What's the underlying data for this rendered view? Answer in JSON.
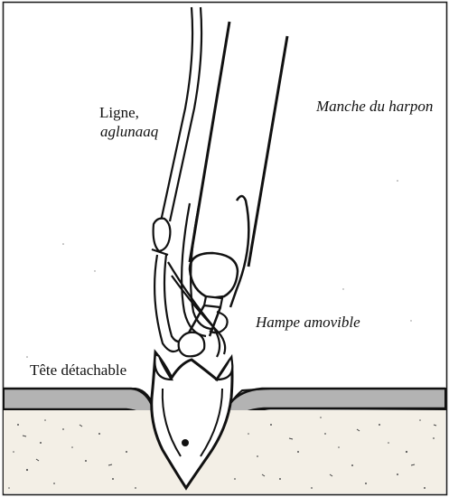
{
  "labels": {
    "ligne": "Ligne,",
    "aglunaaq": "aglunaaq",
    "manche": "Manche du harpon",
    "hampe": "Hampe amovible",
    "tete": "Tête détachable"
  },
  "colors": {
    "ink": "#111111",
    "snow_surface": "#b3b3b3",
    "background": "#ffffff",
    "speckle": "#666666"
  }
}
